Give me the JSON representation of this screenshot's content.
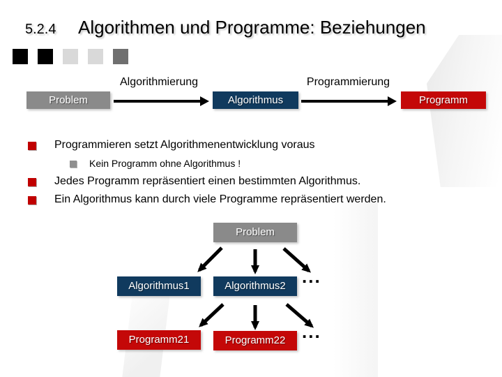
{
  "slide": {
    "section_number": "5.2.4",
    "title": "Algorithmen und Programme: Beziehungen"
  },
  "decor_squares": [
    "#000000",
    "#000000",
    "#d9d9d9",
    "#d9d9d9",
    "#6f6f6f"
  ],
  "flow": {
    "problem_label": "Problem",
    "step1_label": "Algorithmierung",
    "algorithmus_label": "Algorithmus",
    "step2_label": "Programmierung",
    "programm_label": "Programm"
  },
  "bullets": [
    {
      "level": 1,
      "text": "Programmieren setzt Algorithmenentwicklung voraus"
    },
    {
      "level": 2,
      "text": "Kein Programm ohne Algorithmus !"
    },
    {
      "level": 1,
      "text": "Jedes Programm repräsentiert einen bestimmten Algorithmus."
    },
    {
      "level": 1,
      "text": "Ein Algorithmus kann durch viele Programme repräsentiert werden."
    }
  ],
  "tree": {
    "root_label": "Problem",
    "algorithm_nodes": [
      "Algorithmus1",
      "Algorithmus2"
    ],
    "algorithm_ellipsis": "...",
    "program_nodes": [
      "Programm21",
      "Programm22"
    ],
    "program_ellipsis": "..."
  },
  "colors": {
    "node_gray": "#8a8a8a",
    "node_navy": "#103a5e",
    "node_red": "#c40808",
    "bullet_level1": "#c00000",
    "bullet_level2": "#8f8f8f",
    "arrow_black": "#000000"
  }
}
